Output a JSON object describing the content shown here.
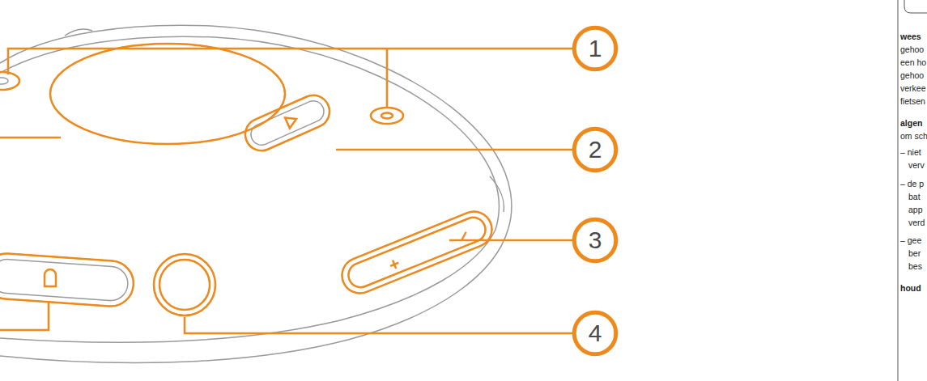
{
  "diagram": {
    "nodes": [
      {
        "text": [
          "1"
        ]
      },
      {
        "text": [
          "2"
        ]
      },
      {
        "text": [
          "3"
        ]
      },
      {
        "text": [
          "4"
        ]
      }
    ],
    "labels": [
      "+",
      "–",
      "wees",
      "gehoo",
      "een ho",
      "gehoo",
      "verkee",
      "fietsen",
      "algen",
      "om sch",
      "– niet",
      "verv",
      "– de p",
      "bat",
      "app",
      "verd",
      "– gee",
      "ber",
      "bes",
      "houd"
    ]
  }
}
